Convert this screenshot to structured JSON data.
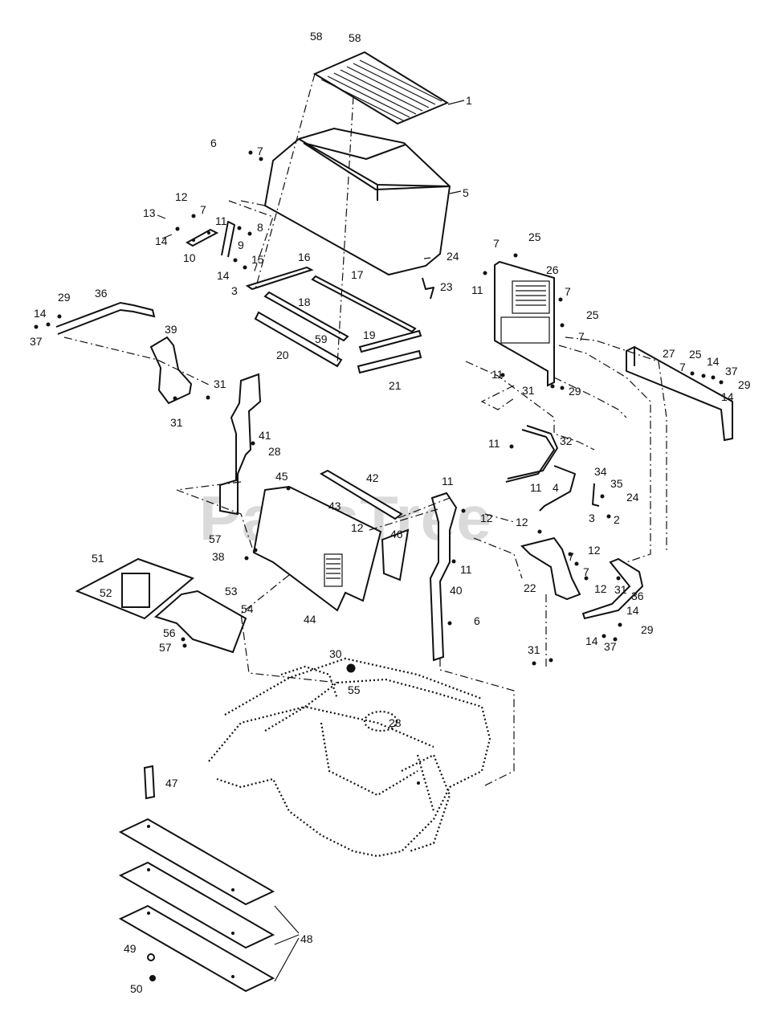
{
  "watermark": "PartsTree",
  "callouts": [
    {
      "id": "c58a",
      "label": "58"
    },
    {
      "id": "c58b",
      "label": "58"
    },
    {
      "id": "c1",
      "label": "1"
    },
    {
      "id": "c6a",
      "label": "6"
    },
    {
      "id": "c7a",
      "label": "7"
    },
    {
      "id": "c5",
      "label": "5"
    },
    {
      "id": "c12a",
      "label": "12"
    },
    {
      "id": "c7b",
      "label": "7"
    },
    {
      "id": "c13",
      "label": "13"
    },
    {
      "id": "c11a",
      "label": "11"
    },
    {
      "id": "c8",
      "label": "8"
    },
    {
      "id": "c14a",
      "label": "14"
    },
    {
      "id": "c9",
      "label": "9"
    },
    {
      "id": "c10",
      "label": "10"
    },
    {
      "id": "c14b",
      "label": "14"
    },
    {
      "id": "c15",
      "label": "15"
    },
    {
      "id": "c16",
      "label": "16"
    },
    {
      "id": "c3a",
      "label": "3"
    },
    {
      "id": "c17",
      "label": "17"
    },
    {
      "id": "c18",
      "label": "18"
    },
    {
      "id": "c24a",
      "label": "24"
    },
    {
      "id": "c23",
      "label": "23"
    },
    {
      "id": "c29a",
      "label": "29"
    },
    {
      "id": "c36a",
      "label": "36"
    },
    {
      "id": "c14c",
      "label": "14"
    },
    {
      "id": "c37a",
      "label": "37"
    },
    {
      "id": "c39",
      "label": "39"
    },
    {
      "id": "c59",
      "label": "59"
    },
    {
      "id": "c19",
      "label": "19"
    },
    {
      "id": "c20",
      "label": "20"
    },
    {
      "id": "c21",
      "label": "21"
    },
    {
      "id": "c31a",
      "label": "31"
    },
    {
      "id": "c31b",
      "label": "31"
    },
    {
      "id": "c7c",
      "label": "7"
    },
    {
      "id": "c25a",
      "label": "25"
    },
    {
      "id": "c26",
      "label": "26"
    },
    {
      "id": "c11b",
      "label": "11"
    },
    {
      "id": "c7d",
      "label": "7"
    },
    {
      "id": "c25b",
      "label": "25"
    },
    {
      "id": "c7e",
      "label": "7"
    },
    {
      "id": "c27",
      "label": "27"
    },
    {
      "id": "c25c",
      "label": "25"
    },
    {
      "id": "c7f",
      "label": "7"
    },
    {
      "id": "c14d",
      "label": "14"
    },
    {
      "id": "c37b",
      "label": "37"
    },
    {
      "id": "c29b",
      "label": "29"
    },
    {
      "id": "c14e",
      "label": "14"
    },
    {
      "id": "c11c",
      "label": "11"
    },
    {
      "id": "c31c",
      "label": "31"
    },
    {
      "id": "c29c",
      "label": "29"
    },
    {
      "id": "c41",
      "label": "41"
    },
    {
      "id": "c28a",
      "label": "28"
    },
    {
      "id": "c11d",
      "label": "11"
    },
    {
      "id": "c32",
      "label": "32"
    },
    {
      "id": "c45",
      "label": "45"
    },
    {
      "id": "c42",
      "label": "42"
    },
    {
      "id": "c11e",
      "label": "11"
    },
    {
      "id": "c34",
      "label": "34"
    },
    {
      "id": "c35",
      "label": "35"
    },
    {
      "id": "c11f",
      "label": "11"
    },
    {
      "id": "c4",
      "label": "4"
    },
    {
      "id": "c24b",
      "label": "24"
    },
    {
      "id": "c43",
      "label": "43"
    },
    {
      "id": "c12b",
      "label": "12"
    },
    {
      "id": "c12c",
      "label": "12"
    },
    {
      "id": "c3b",
      "label": "3"
    },
    {
      "id": "c2",
      "label": "2"
    },
    {
      "id": "c12d",
      "label": "12"
    },
    {
      "id": "c46",
      "label": "46"
    },
    {
      "id": "c57a",
      "label": "57"
    },
    {
      "id": "c38",
      "label": "38"
    },
    {
      "id": "c12e",
      "label": "12"
    },
    {
      "id": "c7g",
      "label": "7"
    },
    {
      "id": "c11g",
      "label": "11"
    },
    {
      "id": "c51",
      "label": "51"
    },
    {
      "id": "c7h",
      "label": "7"
    },
    {
      "id": "c12f",
      "label": "12"
    },
    {
      "id": "c22",
      "label": "22"
    },
    {
      "id": "c31d",
      "label": "31"
    },
    {
      "id": "c36b",
      "label": "36"
    },
    {
      "id": "c53",
      "label": "53"
    },
    {
      "id": "c52",
      "label": "52"
    },
    {
      "id": "c40",
      "label": "40"
    },
    {
      "id": "c54",
      "label": "54"
    },
    {
      "id": "c44",
      "label": "44"
    },
    {
      "id": "c14f",
      "label": "14"
    },
    {
      "id": "c29d",
      "label": "29"
    },
    {
      "id": "c56",
      "label": "56"
    },
    {
      "id": "c57b",
      "label": "57"
    },
    {
      "id": "c6b",
      "label": "6"
    },
    {
      "id": "c31e",
      "label": "31"
    },
    {
      "id": "c14g",
      "label": "14"
    },
    {
      "id": "c37c",
      "label": "37"
    },
    {
      "id": "c30",
      "label": "30"
    },
    {
      "id": "c55",
      "label": "55"
    },
    {
      "id": "c28b",
      "label": "28"
    },
    {
      "id": "c47",
      "label": "47"
    },
    {
      "id": "c48",
      "label": "48"
    },
    {
      "id": "c49",
      "label": "49"
    },
    {
      "id": "c50",
      "label": "50"
    }
  ]
}
